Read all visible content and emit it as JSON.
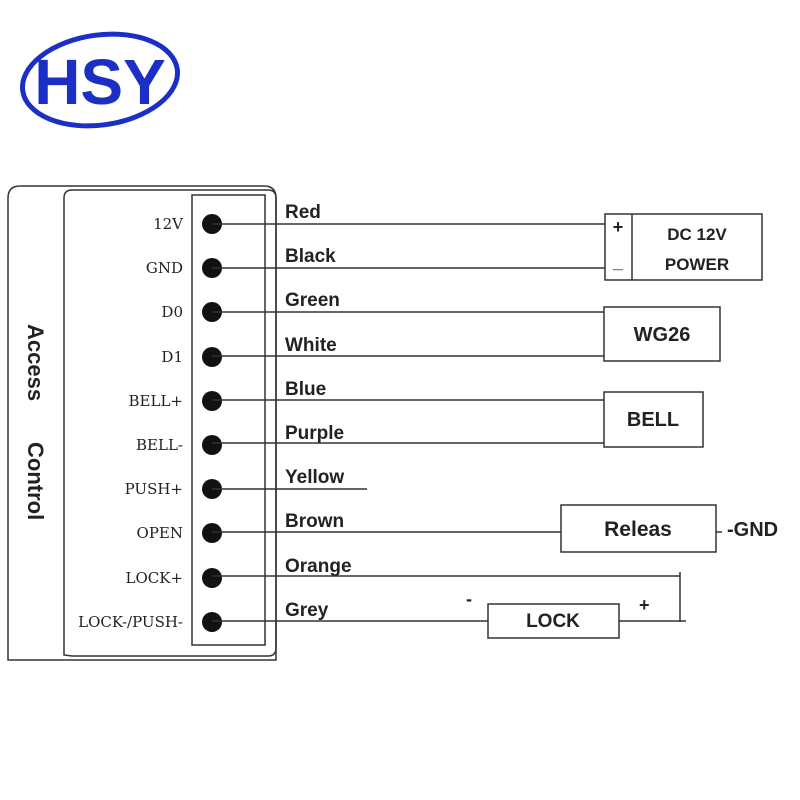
{
  "logo": {
    "text": "HSY",
    "color": "#1b2fc7"
  },
  "controller": {
    "side_label_1": "Access",
    "side_label_2": "Control",
    "terminals": [
      {
        "label": "12V",
        "wire": "Red"
      },
      {
        "label": "GND",
        "wire": "Black"
      },
      {
        "label": "D0",
        "wire": "Green"
      },
      {
        "label": "D1",
        "wire": "White"
      },
      {
        "label": "BELL+",
        "wire": "Blue"
      },
      {
        "label": "BELL-",
        "wire": "Purple"
      },
      {
        "label": "PUSH+",
        "wire": "Yellow"
      },
      {
        "label": "OPEN",
        "wire": "Brown"
      },
      {
        "label": "LOCK+",
        "wire": "Orange"
      },
      {
        "label": "LOCK-/PUSH-",
        "wire": "Grey"
      }
    ]
  },
  "devices": {
    "power": {
      "line1": "DC 12V",
      "line2": "POWER",
      "plus": "+",
      "minus": "_"
    },
    "wiegand": {
      "label": "WG26"
    },
    "bell": {
      "label": "BELL"
    },
    "release": {
      "label": "Releas",
      "suffix": "-GND"
    },
    "lock": {
      "label": "LOCK",
      "minus": "-",
      "plus": "+"
    }
  }
}
